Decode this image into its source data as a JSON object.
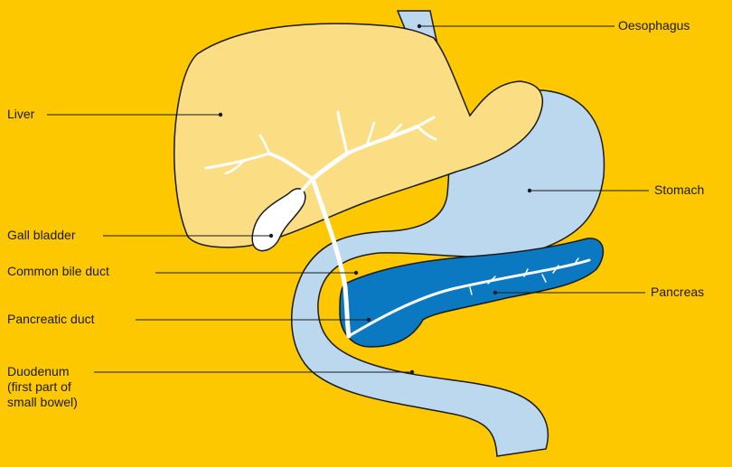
{
  "colors": {
    "background": "#FDC800",
    "liver": "#FBDD83",
    "stomach_duodenum": "#BCD8EF",
    "pancreas": "#0B79C2",
    "ducts": "#FFFFFF",
    "outline": "#1a1a1a"
  },
  "labels": {
    "oesophagus": "Oesophagus",
    "liver": "Liver",
    "stomach": "Stomach",
    "gall_bladder": "Gall bladder",
    "common_bile_duct": "Common bile duct",
    "pancreas": "Pancreas",
    "pancreatic_duct": "Pancreatic duct",
    "duodenum": "Duodenum\n(first part of\nsmall bowel)"
  }
}
